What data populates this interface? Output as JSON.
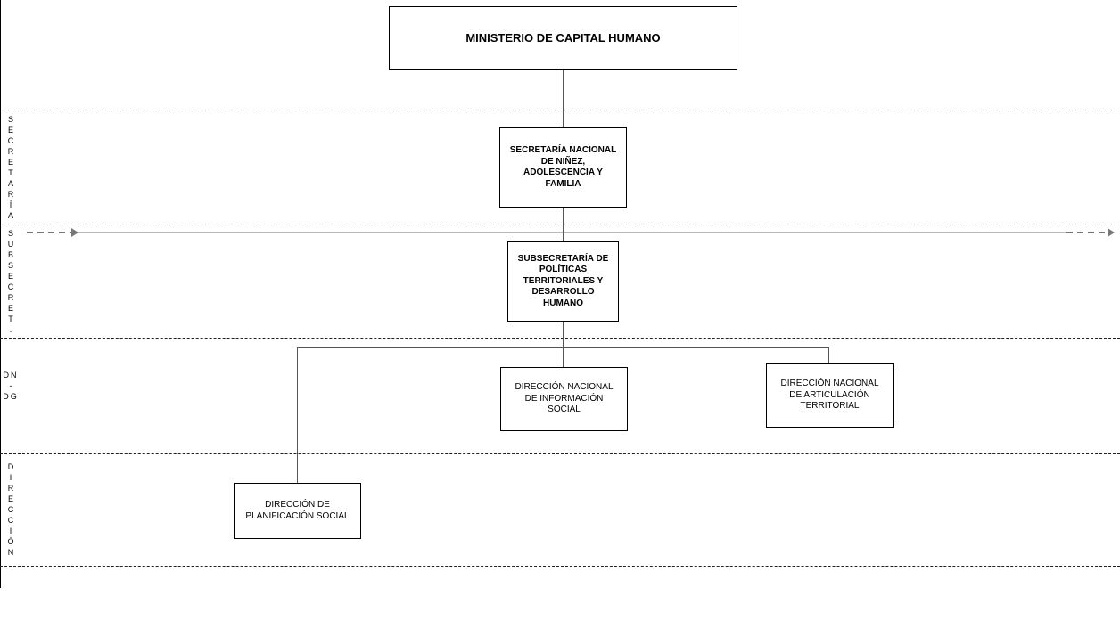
{
  "bands": {
    "secretaria": "SECRETARÍA",
    "subsecretaria": "SUBSECRET.",
    "dn_dg": [
      "DN",
      "-",
      "DG"
    ],
    "direccion": "DIRECCIÓN"
  },
  "nodes": {
    "ministerio": "MINISTERIO DE CAPITAL HUMANO",
    "secretaria": "SECRETARÍA NACIONAL DE NIÑEZ, ADOLESCENCIA Y FAMILIA",
    "subsecretaria": "SUBSECRETARÍA DE POLÍTICAS TERRITORIALES Y DESARROLLO HUMANO",
    "dn_informacion": "DIRECCIÓN NACIONAL DE INFORMACIÓN SOCIAL",
    "dn_articulacion": "DIRECCIÓN NACIONAL DE ARTICULACIÓN TERRITORIAL",
    "d_planificacion": "DIRECCIÓN DE PLANIFICACIÓN SOCIAL"
  },
  "colors": {
    "line": "#555555",
    "arrow": "#777777",
    "border": "#000000"
  }
}
